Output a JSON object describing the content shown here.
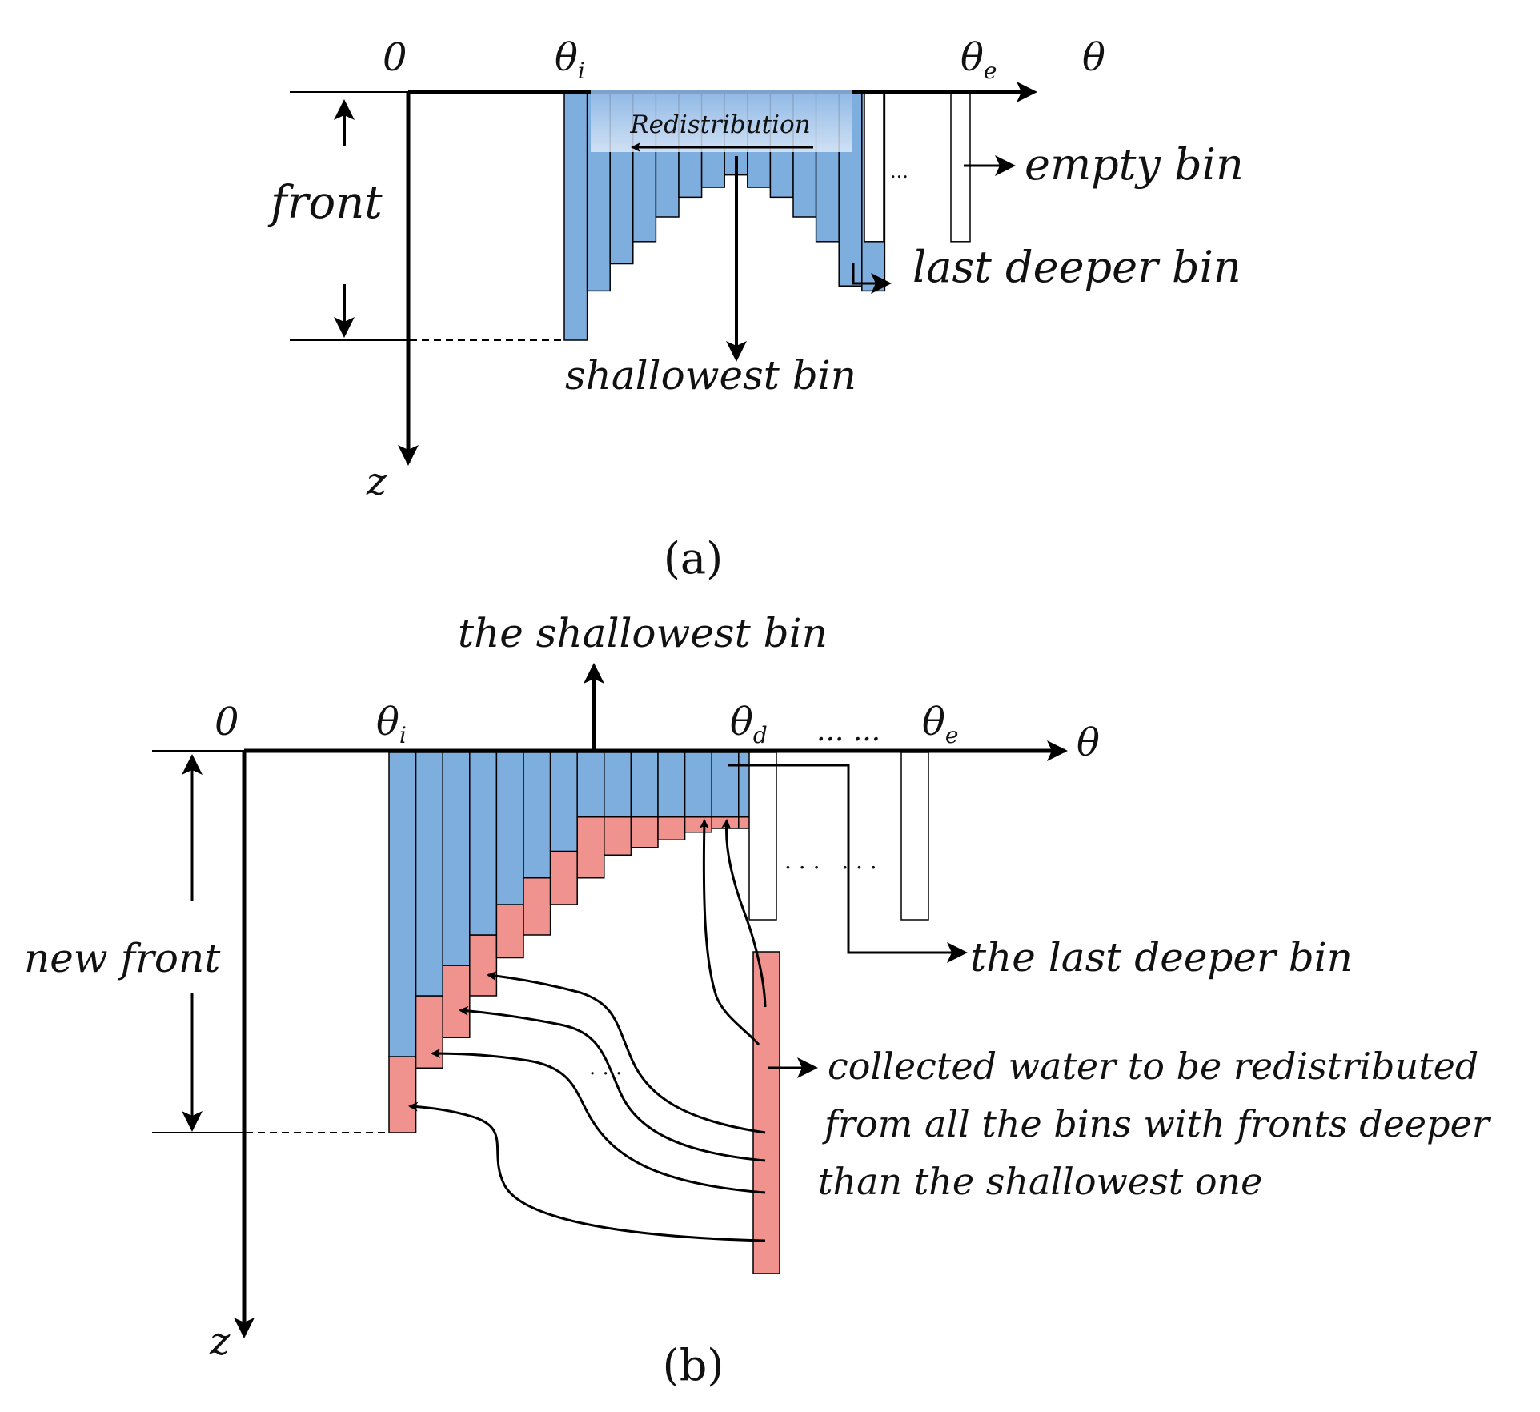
{
  "panel_a": {
    "label": "(a)",
    "axis_origin": "0",
    "axis_x_name": "θ",
    "axis_z_name": "z",
    "theta_i": "θ",
    "theta_i_sub": "i",
    "theta_e": "θ",
    "theta_e_sub": "e",
    "front_label": "front",
    "redistribution_label": "Redistribution",
    "empty_bin_label": "empty bin",
    "last_deeper_bin_label": "last deeper bin",
    "shallowest_bin_label": "shallowest bin",
    "ellipsis": "...",
    "bin_depths": [
      1.0,
      0.8,
      0.69,
      0.6,
      0.5,
      0.42,
      0.38,
      0.33,
      0.38,
      0.42,
      0.5,
      0.6,
      0.78,
      0.8
    ],
    "empty_bin_depths": [
      0.6,
      0.6
    ]
  },
  "panel_b": {
    "label": "(b)",
    "axis_origin": "0",
    "axis_x_name": "θ",
    "axis_z_name": "z",
    "theta_i": "θ",
    "theta_i_sub": "i",
    "theta_d": "θ",
    "theta_d_sub": "d",
    "theta_e": "θ",
    "theta_e_sub": "e",
    "new_front_label": "new front",
    "shallowest_bin_label": "the shallowest bin",
    "last_deeper_bin_label": "the last deeper bin",
    "collected_lines": [
      "collected water to be redistributed",
      "from all the bins with fronts deeper",
      "than the shallowest one"
    ],
    "ellipsis_top": "... ...",
    "ellipsis_mid": ". . .   . . .",
    "ellipsis_left": ". . .",
    "blue_depths": [
      0.8,
      0.64,
      0.56,
      0.48,
      0.4,
      0.33,
      0.26,
      0.17,
      0.17,
      0.17,
      0.17,
      0.17,
      0.17,
      0.17
    ],
    "red_depths": [
      1.0,
      0.83,
      0.75,
      0.64,
      0.54,
      0.48,
      0.4,
      0.33,
      0.27,
      0.25,
      0.23,
      0.21,
      0.2,
      0.2
    ],
    "empty_bin_depths": [
      0.44,
      0.44
    ]
  },
  "colors": {
    "water_blue": "#7eaede",
    "collected_red": "#f0938f",
    "line": "#000000"
  }
}
